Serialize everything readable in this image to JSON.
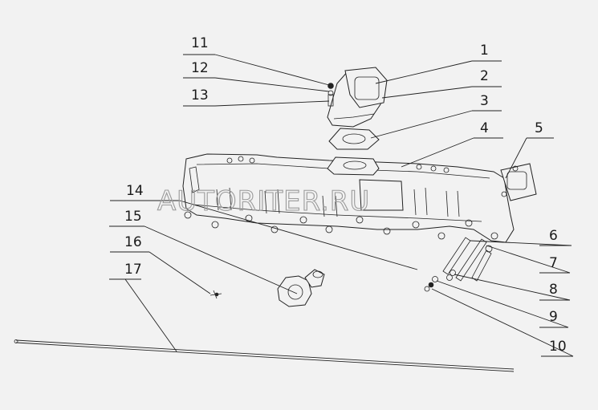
{
  "watermark": "AUTORITER.RU",
  "callouts": [
    {
      "id": "11",
      "label": "11"
    },
    {
      "id": "12",
      "label": "12"
    },
    {
      "id": "13",
      "label": "13"
    },
    {
      "id": "1",
      "label": "1"
    },
    {
      "id": "2",
      "label": "2"
    },
    {
      "id": "3",
      "label": "3"
    },
    {
      "id": "4",
      "label": "4"
    },
    {
      "id": "5",
      "label": "5"
    },
    {
      "id": "14",
      "label": "14"
    },
    {
      "id": "15",
      "label": "15"
    },
    {
      "id": "16",
      "label": "16"
    },
    {
      "id": "17",
      "label": "17"
    },
    {
      "id": "6",
      "label": "6"
    },
    {
      "id": "7",
      "label": "7"
    },
    {
      "id": "8",
      "label": "8"
    },
    {
      "id": "9",
      "label": "9"
    },
    {
      "id": "10",
      "label": "10"
    }
  ]
}
